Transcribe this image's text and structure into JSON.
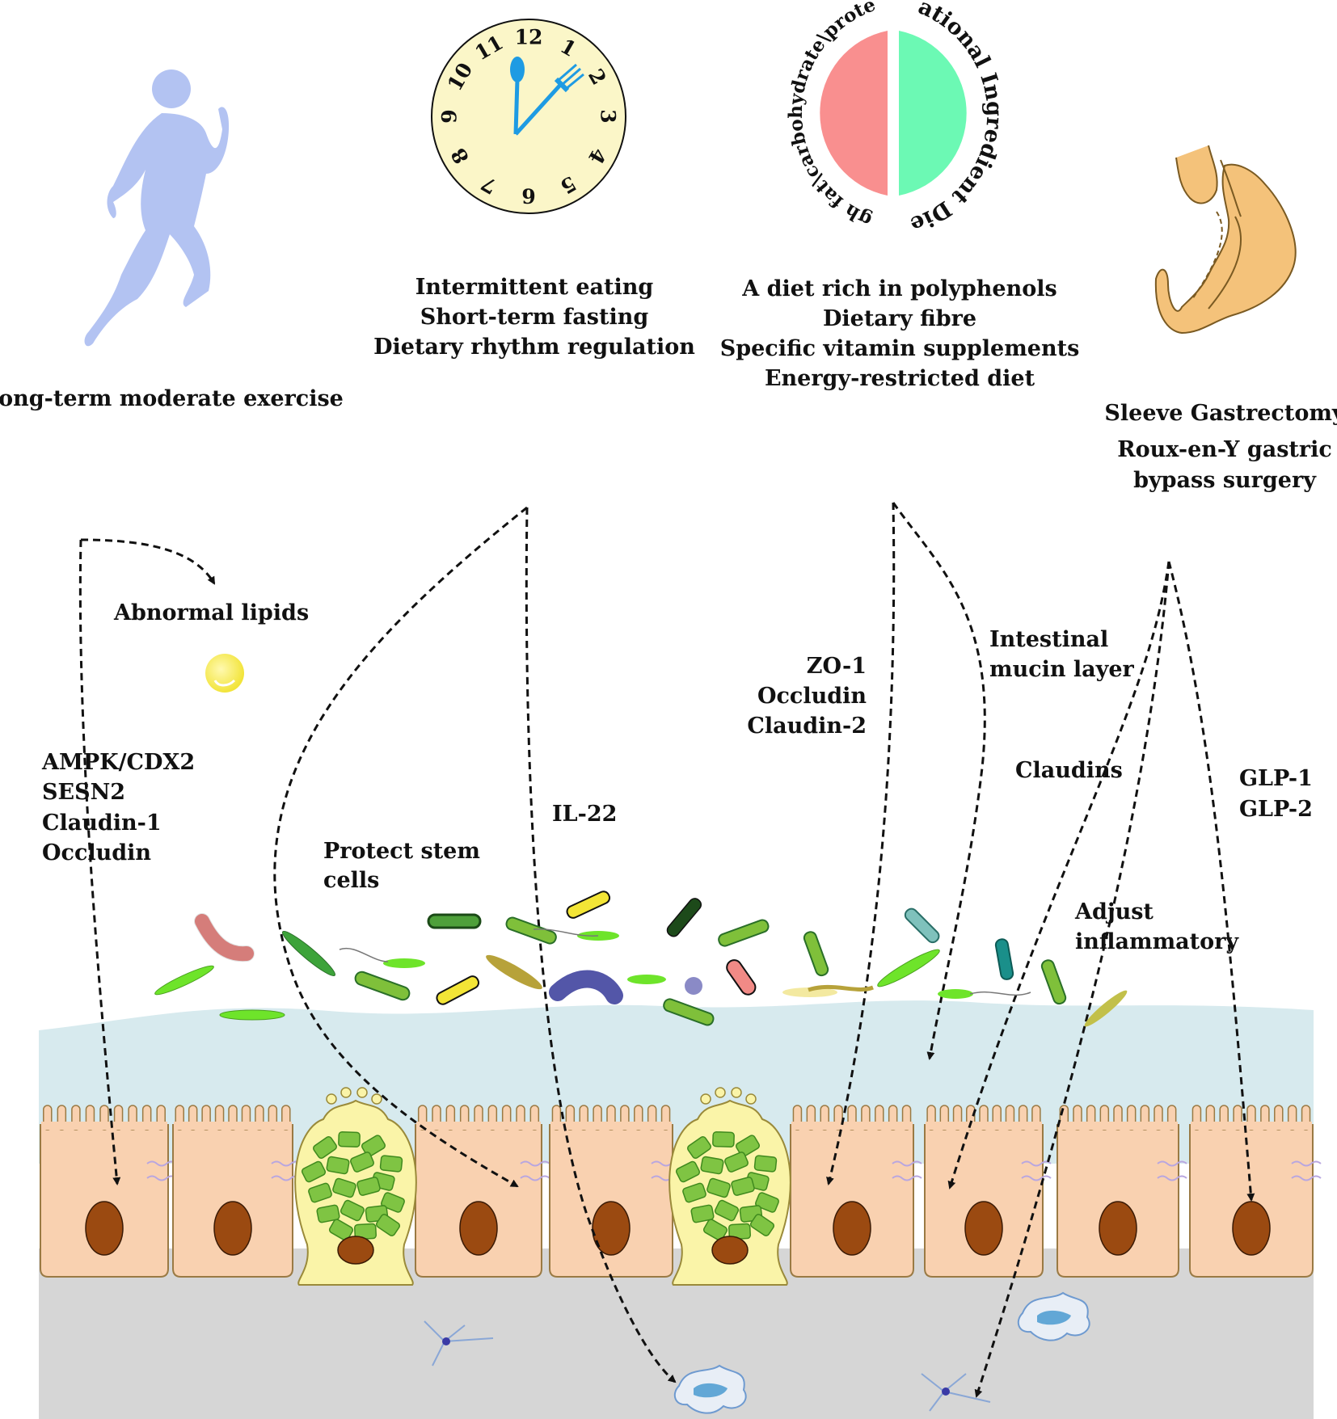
{
  "interventions": {
    "exercise": {
      "label": "Long-term moderate exercise"
    },
    "timing": {
      "lines": [
        "Intermittent eating",
        "Short-term fasting",
        "Dietary rhythm regulation"
      ]
    },
    "diet": {
      "plate_left": "High fat\\carbohydrate\\protein",
      "plate_right": "Rational Ingredient Diet",
      "lines": [
        "A diet rich in polyphenols",
        "Dietary fibre",
        "Specific vitamin supplements",
        "Energy-restricted diet"
      ]
    },
    "surgery": {
      "lines": [
        "Sleeve Gastrectomy",
        "Roux-en-Y gastric",
        "bypass surgery"
      ]
    }
  },
  "clock": {
    "numbers": [
      "12",
      "1",
      "2",
      "3",
      "4",
      "5",
      "6",
      "7",
      "8",
      "9",
      "10",
      "11"
    ]
  },
  "effects": {
    "abnormal_lipids": "Abnormal lipids",
    "exercise_markers": [
      "AMPK/CDX2",
      "SESN2",
      "Claudin-1",
      "Occludin"
    ],
    "protect_stem_cells": [
      "Protect stem",
      "cells"
    ],
    "il22": "IL-22",
    "tight_junctions": [
      "ZO-1",
      "Occludin",
      "Claudin-2"
    ],
    "mucin": [
      "Intestinal",
      "mucin layer"
    ],
    "claudins": "Claudins",
    "inflammatory": [
      "Adjust",
      "inflammatory"
    ],
    "glp": [
      "GLP-1",
      "GLP-2"
    ]
  },
  "colors": {
    "runner": "#b3c3f2",
    "clock_face": "#fbf6c8",
    "utensil": "#1e9be3",
    "plate_left": "#f98f8f",
    "plate_right": "#6cf9b4",
    "stomach": "#f4c27a",
    "mucus": "#d7eaee",
    "enterocyte": "#f9d1b0",
    "nucleus": "#9b4a11",
    "goblet": "#faf4a8",
    "mucin_granule": "#7fc443",
    "lamina": "#d6d6d6"
  }
}
